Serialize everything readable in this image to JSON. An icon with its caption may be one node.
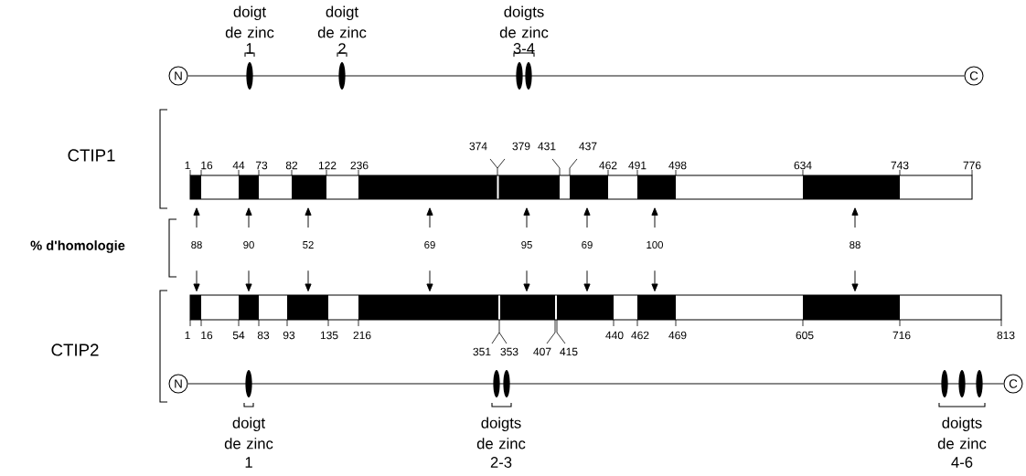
{
  "diagram": {
    "nodes": [
      {
        "text": [
          "N"
        ]
      },
      {
        "text": [
          "C"
        ]
      },
      {
        "text": [],
        "shape": "bar"
      },
      {
        "text": [
          "88"
        ]
      },
      {
        "text": [
          "90"
        ]
      },
      {
        "text": [
          "52"
        ]
      },
      {
        "text": [
          "69"
        ]
      },
      {
        "text": [
          "95"
        ]
      },
      {
        "text": [
          "69"
        ]
      },
      {
        "text": [
          "100"
        ]
      },
      {
        "text": [
          "88"
        ]
      },
      {
        "text": [],
        "shape": "bar"
      },
      {
        "text": [
          "N"
        ]
      },
      {
        "text": [
          "C"
        ]
      }
    ],
    "edges": [
      {
        "from": 0,
        "to": 1,
        "arrow": "none"
      },
      {
        "from": 3,
        "to": 2,
        "arrow": "to"
      },
      {
        "from": 4,
        "to": 2,
        "arrow": "to"
      },
      {
        "from": 5,
        "to": 2,
        "arrow": "to"
      },
      {
        "from": 6,
        "to": 2,
        "arrow": "to"
      },
      {
        "from": 7,
        "to": 2,
        "arrow": "to"
      },
      {
        "from": 8,
        "to": 2,
        "arrow": "to"
      },
      {
        "from": 9,
        "to": 2,
        "arrow": "to"
      },
      {
        "from": 10,
        "to": 2,
        "arrow": "to"
      },
      {
        "from": 3,
        "to": 11,
        "arrow": "to"
      },
      {
        "from": 4,
        "to": 11,
        "arrow": "to"
      },
      {
        "from": 5,
        "to": 11,
        "arrow": "to"
      },
      {
        "from": 6,
        "to": 11,
        "arrow": "to"
      },
      {
        "from": 7,
        "to": 11,
        "arrow": "to"
      },
      {
        "from": 8,
        "to": 11,
        "arrow": "to"
      },
      {
        "from": 9,
        "to": 11,
        "arrow": "to"
      },
      {
        "from": 10,
        "to": 11,
        "arrow": "to"
      },
      {
        "from": 12,
        "to": 13,
        "arrow": "none"
      }
    ],
    "labels": [
      "doigt de zinc",
      "1",
      "doigt de zinc",
      "2",
      "doigts de zinc",
      "3-4",
      "CTIP1",
      "374",
      "379",
      "431",
      "437",
      "1",
      "16",
      "44",
      "73",
      "82",
      "122",
      "236",
      "462",
      "491",
      "498",
      "634",
      "743",
      "776",
      "% d'homologie",
      "CTIP2",
      "1",
      "16",
      "54",
      "83",
      "93",
      "135",
      "216",
      "440",
      "462",
      "469",
      "605",
      "716",
      "813",
      "351",
      "353",
      "407",
      "415",
      "doigt de zinc",
      "1",
      "doigts de zinc",
      "2-3",
      "doigts de zinc",
      "4-6"
    ]
  }
}
